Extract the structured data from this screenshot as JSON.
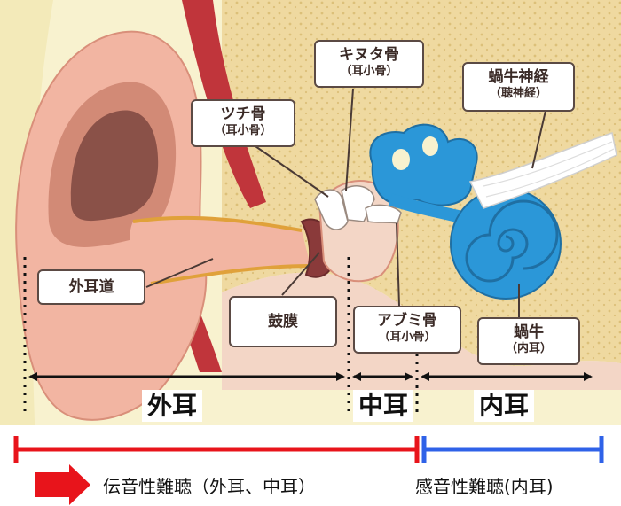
{
  "labels": {
    "tsuchikotsu": {
      "main": "ツチ骨",
      "sub": "（耳小骨）"
    },
    "kinutakotsu": {
      "main": "キヌタ骨",
      "sub": "（耳小骨）"
    },
    "abumikotsu": {
      "main": "アブミ骨",
      "sub": "（耳小骨）"
    },
    "cochlear_nerve": {
      "main": "蝸牛神経",
      "sub": "（聴神経）"
    },
    "cochlea": {
      "main": "蝸牛",
      "sub": "（内耳）"
    },
    "ear_canal": "外耳道",
    "eardrum": "鼓膜"
  },
  "regions": {
    "outer": "外耳",
    "middle": "中耳",
    "inner": "内耳"
  },
  "legend": {
    "conductive": "伝音性難聴（外耳、中耳）",
    "sensorineural": "感音性難聴(内耳)"
  },
  "colors": {
    "conductive": "#e8141b",
    "sensorineural": "#2f62e8",
    "inner_ear": "#2b97d8",
    "skin": "#f2b5a2",
    "bone": "#efd9a0",
    "background_skin": "#f8f2cf"
  }
}
